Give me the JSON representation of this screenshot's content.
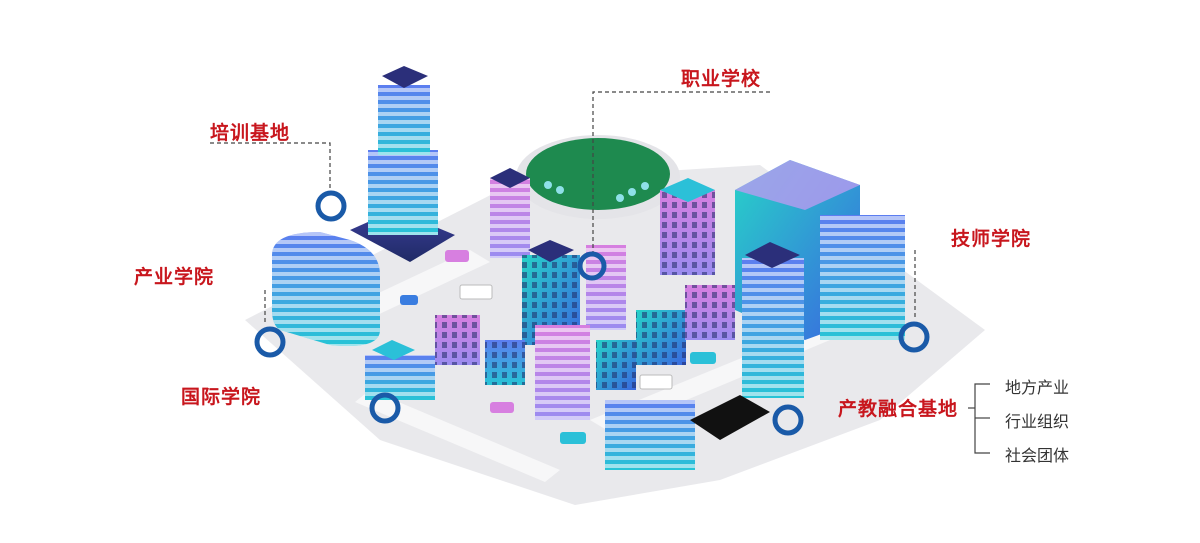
{
  "labels": {
    "peixun": "培训基地",
    "zhiye": "职业学校",
    "jishi": "技师学院",
    "chanye": "产业学院",
    "guoji": "国际学院",
    "chanjiao": "产教融合基地"
  },
  "sub_items": [
    "地方产业",
    "行业组织",
    "社会团体"
  ],
  "colors": {
    "accent": "#c8161d",
    "marker": "#1a5aa8",
    "ground": "#e9e9ec",
    "road": "#f7f7f8",
    "park": "#1e8a4f",
    "building_blue": "#3b6fe0",
    "building_cyan": "#2bc0d8",
    "building_pink": "#e06fd0",
    "building_navy": "#2b2f7a"
  }
}
